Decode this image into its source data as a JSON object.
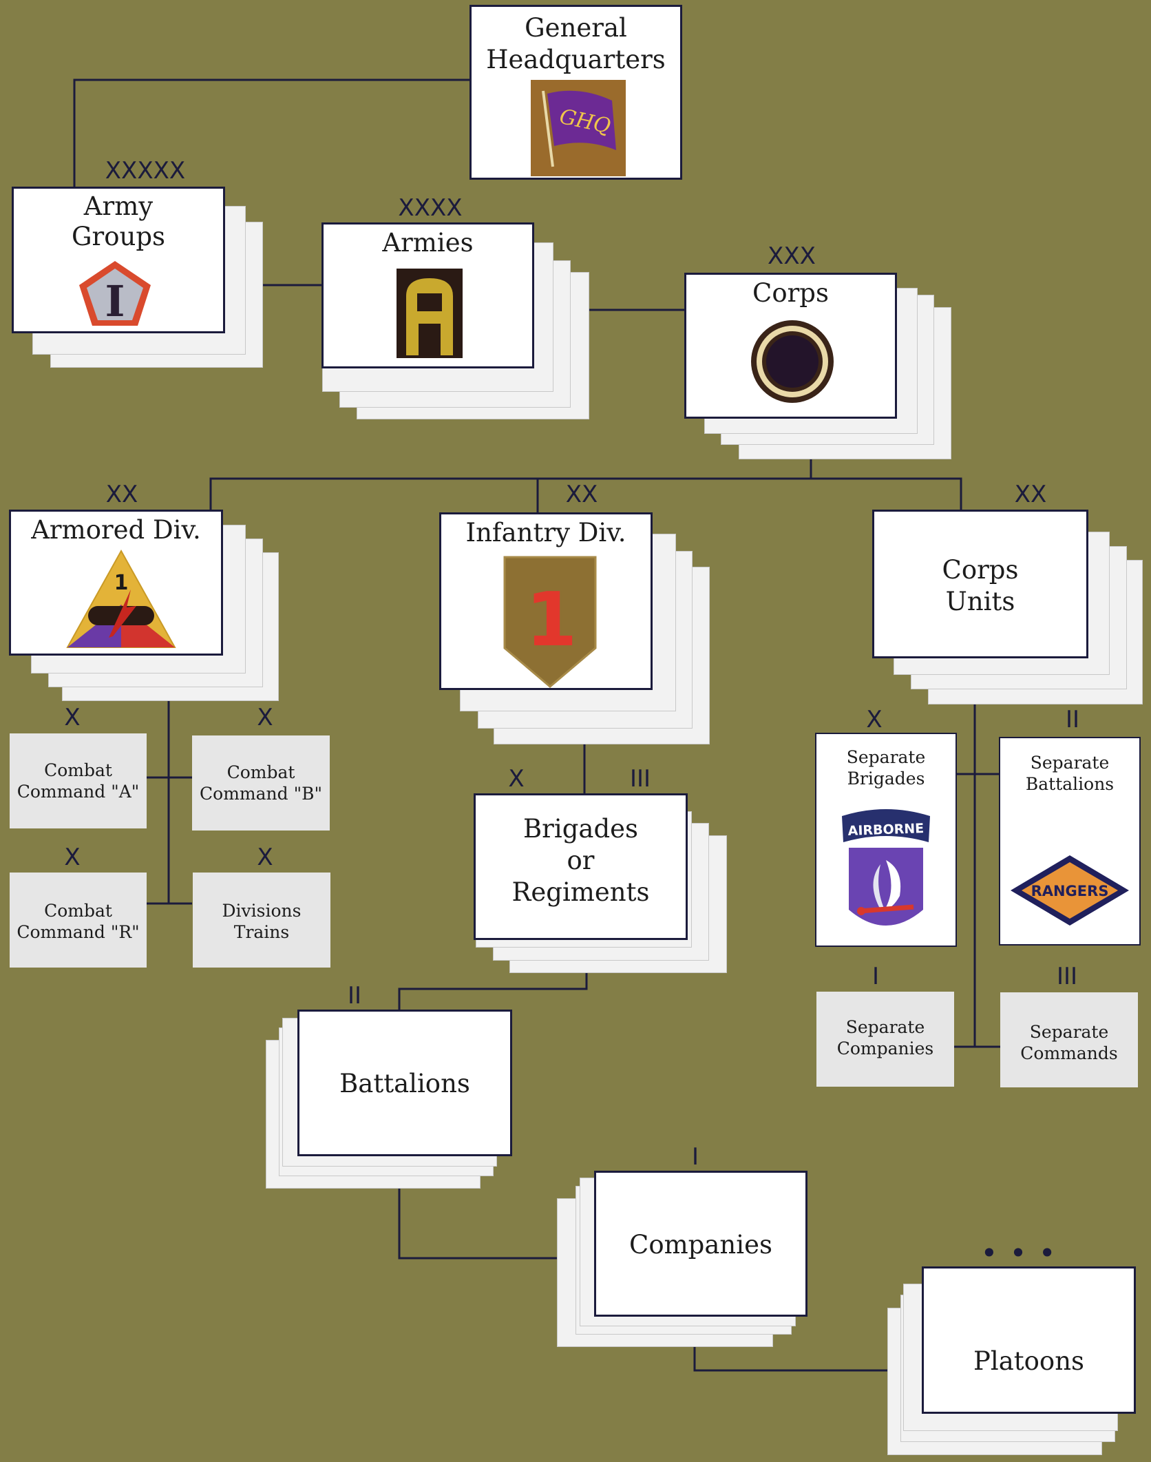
{
  "ranks": {
    "army_groups": "XXXXX",
    "armies": "XXXX",
    "corps": "XXX",
    "armored_div": "XX",
    "infantry_div": "XX",
    "corps_units": "XX",
    "combat_command_a": "X",
    "combat_command_b": "X",
    "combat_command_r": "X",
    "divisions_trains": "X",
    "brigades_left": "X",
    "regiments_right": "III",
    "separate_brigades": "X",
    "separate_battalions": "II",
    "separate_companies": "I",
    "separate_commands": "III",
    "battalions": "II",
    "companies": "I",
    "platoons": "• • •"
  },
  "nodes": {
    "ghq": [
      "General",
      "Headquarters"
    ],
    "army_groups": [
      "Army",
      "Groups"
    ],
    "armies": [
      "Armies"
    ],
    "corps": [
      "Corps"
    ],
    "armored_div": [
      "Armored Div."
    ],
    "infantry_div": [
      "Infantry Div."
    ],
    "corps_units": [
      "Corps",
      "Units"
    ],
    "combat_command_a": [
      "Combat",
      "Command \"A\""
    ],
    "combat_command_b": [
      "Combat",
      "Command \"B\""
    ],
    "combat_command_r": [
      "Combat",
      "Command \"R\""
    ],
    "divisions_trains": [
      "Divisions",
      "Trains"
    ],
    "brigades_or_regiments": [
      "Brigades",
      "or",
      "Regiments"
    ],
    "separate_brigades": [
      "Separate",
      "Brigades"
    ],
    "separate_battalions": [
      "Separate",
      "Battalions"
    ],
    "separate_companies": [
      "Separate",
      "Companies"
    ],
    "separate_commands": [
      "Separate",
      "Commands"
    ],
    "battalions": [
      "Battalions"
    ],
    "companies": [
      "Companies"
    ],
    "platoons": [
      "Platoons"
    ]
  },
  "patches": {
    "ghq": "GHQ",
    "army_groups": "I",
    "armored_div": "1",
    "infantry_div": "1",
    "airborne": "AIRBORNE",
    "rangers": "RANGERS"
  },
  "colors": {
    "background": "#837e47",
    "line": "#1b1b3c",
    "box_border": "#1b1b3c"
  }
}
